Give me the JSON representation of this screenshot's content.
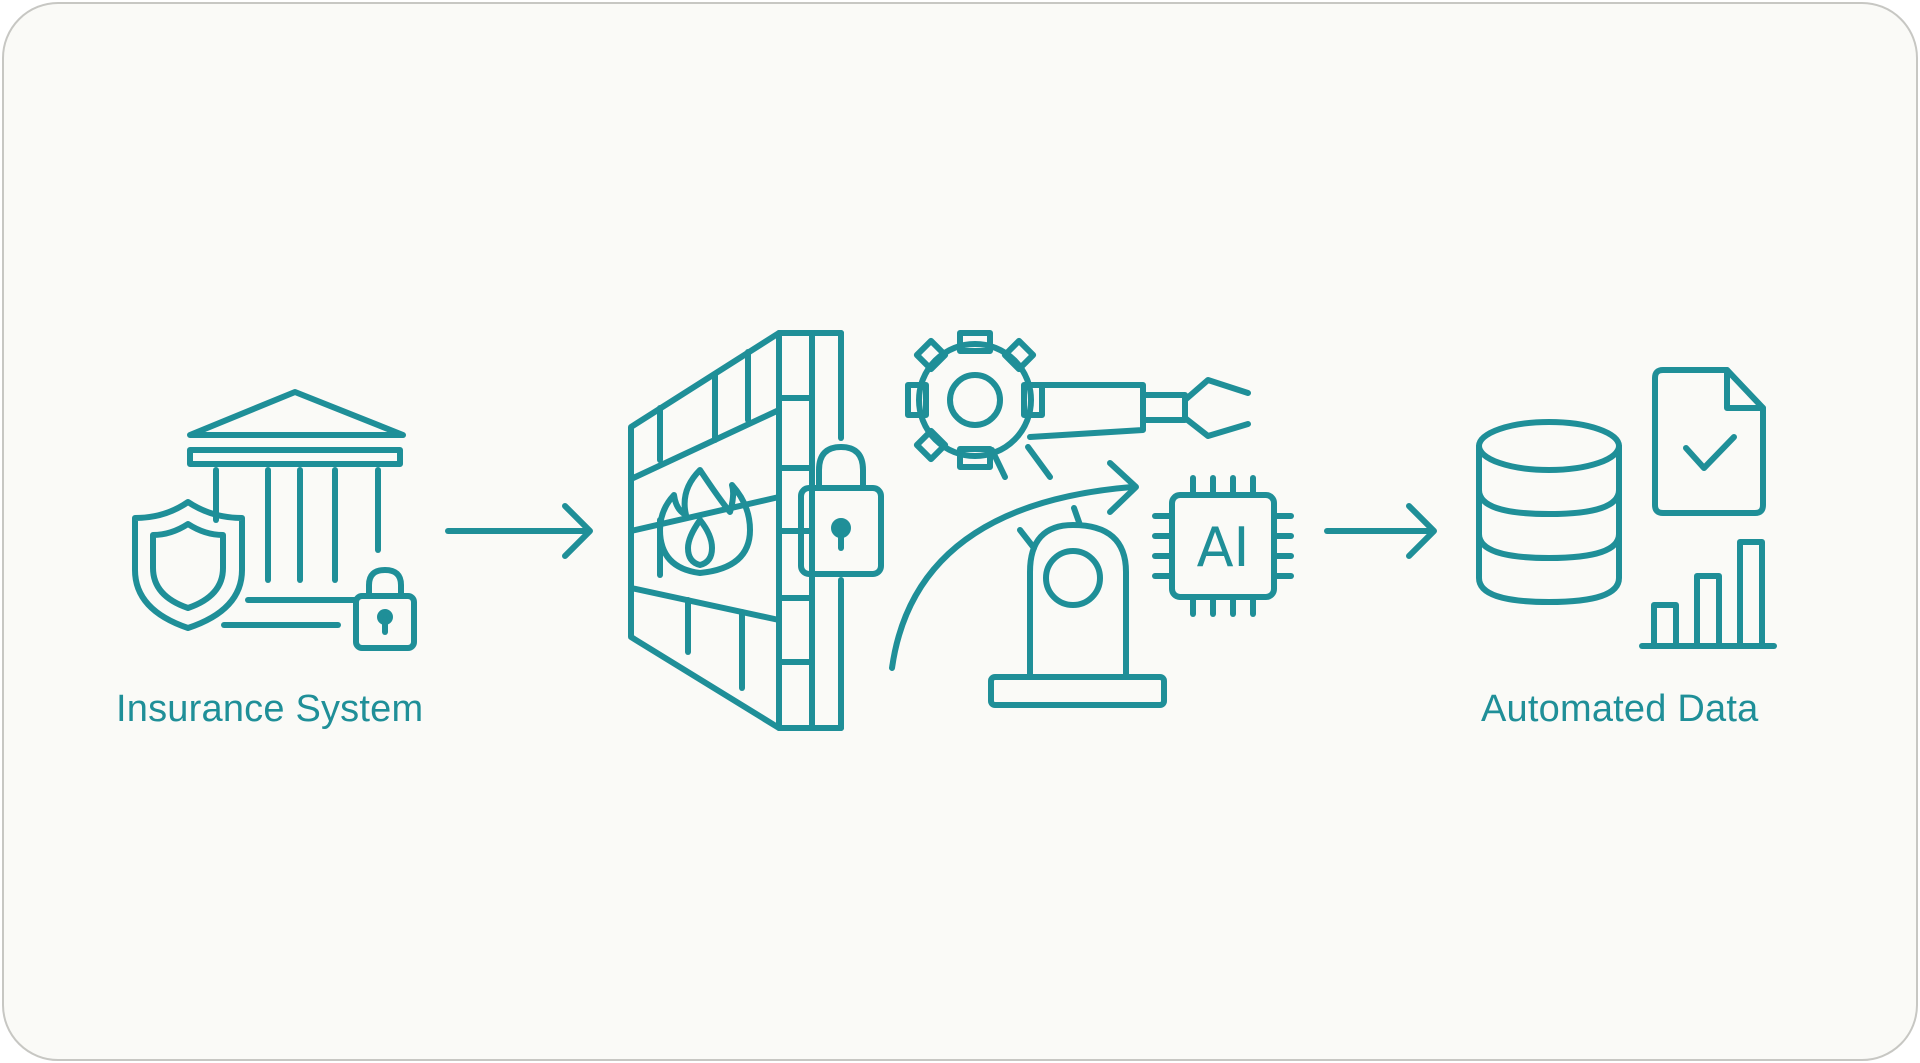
{
  "colors": {
    "accent": "#1f8f98",
    "background": "#fafaf7",
    "border": "#c7c7c3"
  },
  "nodes": [
    {
      "id": "insurance",
      "label": "Insurance System",
      "icons": [
        "bank-building-icon",
        "shield-icon",
        "padlock-icon"
      ]
    },
    {
      "id": "firewall",
      "label": "",
      "icons": [
        "brick-wall-icon",
        "flame-icon",
        "padlock-icon"
      ]
    },
    {
      "id": "automation",
      "label": "",
      "icons": [
        "gear-icon",
        "robotic-arm-icon",
        "robot-base-icon",
        "ai-chip-icon",
        "curved-arrow-icon"
      ],
      "chip_text": "AI"
    },
    {
      "id": "data",
      "label": "Automated Data",
      "icons": [
        "database-icon",
        "document-check-icon",
        "bar-chart-icon"
      ]
    }
  ],
  "arrows": [
    {
      "from": "insurance",
      "to": "firewall"
    },
    {
      "from": "automation",
      "to": "data"
    }
  ]
}
